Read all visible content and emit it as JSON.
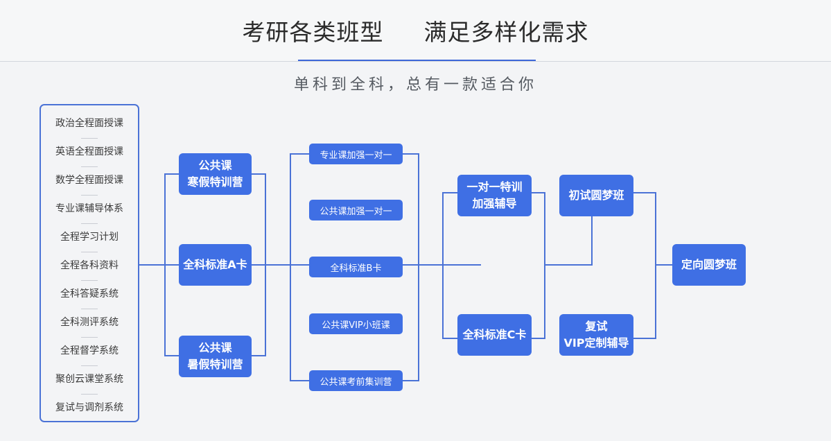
{
  "header": {
    "title_left": "考研各类班型",
    "title_right": "满足多样化需求",
    "subtitle": "单科到全科，总有一款适合你"
  },
  "left_list": [
    "政治全程面授课",
    "英语全程面授课",
    "数学全程面授课",
    "专业课辅导体系",
    "全程学习计划",
    "全程各科资料",
    "全科答疑系统",
    "全科测评系统",
    "全程督学系统",
    "聚创云课堂系统",
    "复试与调剂系统"
  ],
  "col2": {
    "winter": [
      "公共课",
      "寒假特训营"
    ],
    "standard_a": "全科标准A卡",
    "summer": [
      "公共课",
      "暑假特训营"
    ]
  },
  "col3": [
    "专业课加强一对一",
    "公共课加强一对一",
    "全科标准B卡",
    "公共课VIP小班课",
    "公共课考前集训营"
  ],
  "col4": {
    "one_on_one": [
      "一对一特训",
      "加强辅导"
    ],
    "standard_c": "全科标准C卡"
  },
  "col5": {
    "first_exam": "初试圆梦班",
    "retest": [
      "复试",
      "VIP定制辅导"
    ]
  },
  "final": "定向圆梦班",
  "colors": {
    "accent": "#3f6fe4",
    "line": "#4a72d6",
    "text": "#2b2b2b"
  }
}
